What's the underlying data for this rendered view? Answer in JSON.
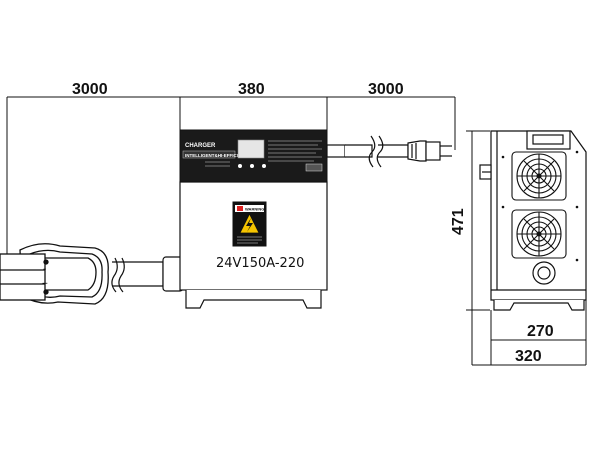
{
  "dimensions": {
    "left_cable": "3000",
    "body_width": "380",
    "right_cable": "3000",
    "height": "471",
    "depth_inner": "270",
    "depth_outer": "320"
  },
  "front_panel": {
    "brand": "CHARGER",
    "tagline": "INTELLIGENT&HI-EFFICIENCY"
  },
  "label": {
    "warning": "WARNING",
    "model": "24V150A-220"
  },
  "connector": {
    "minus": "-",
    "plus": "+"
  },
  "icons": [
    "warning-hazard-icon",
    "fan-grille-icon",
    "cable-break-icon",
    "status-led-icon"
  ]
}
